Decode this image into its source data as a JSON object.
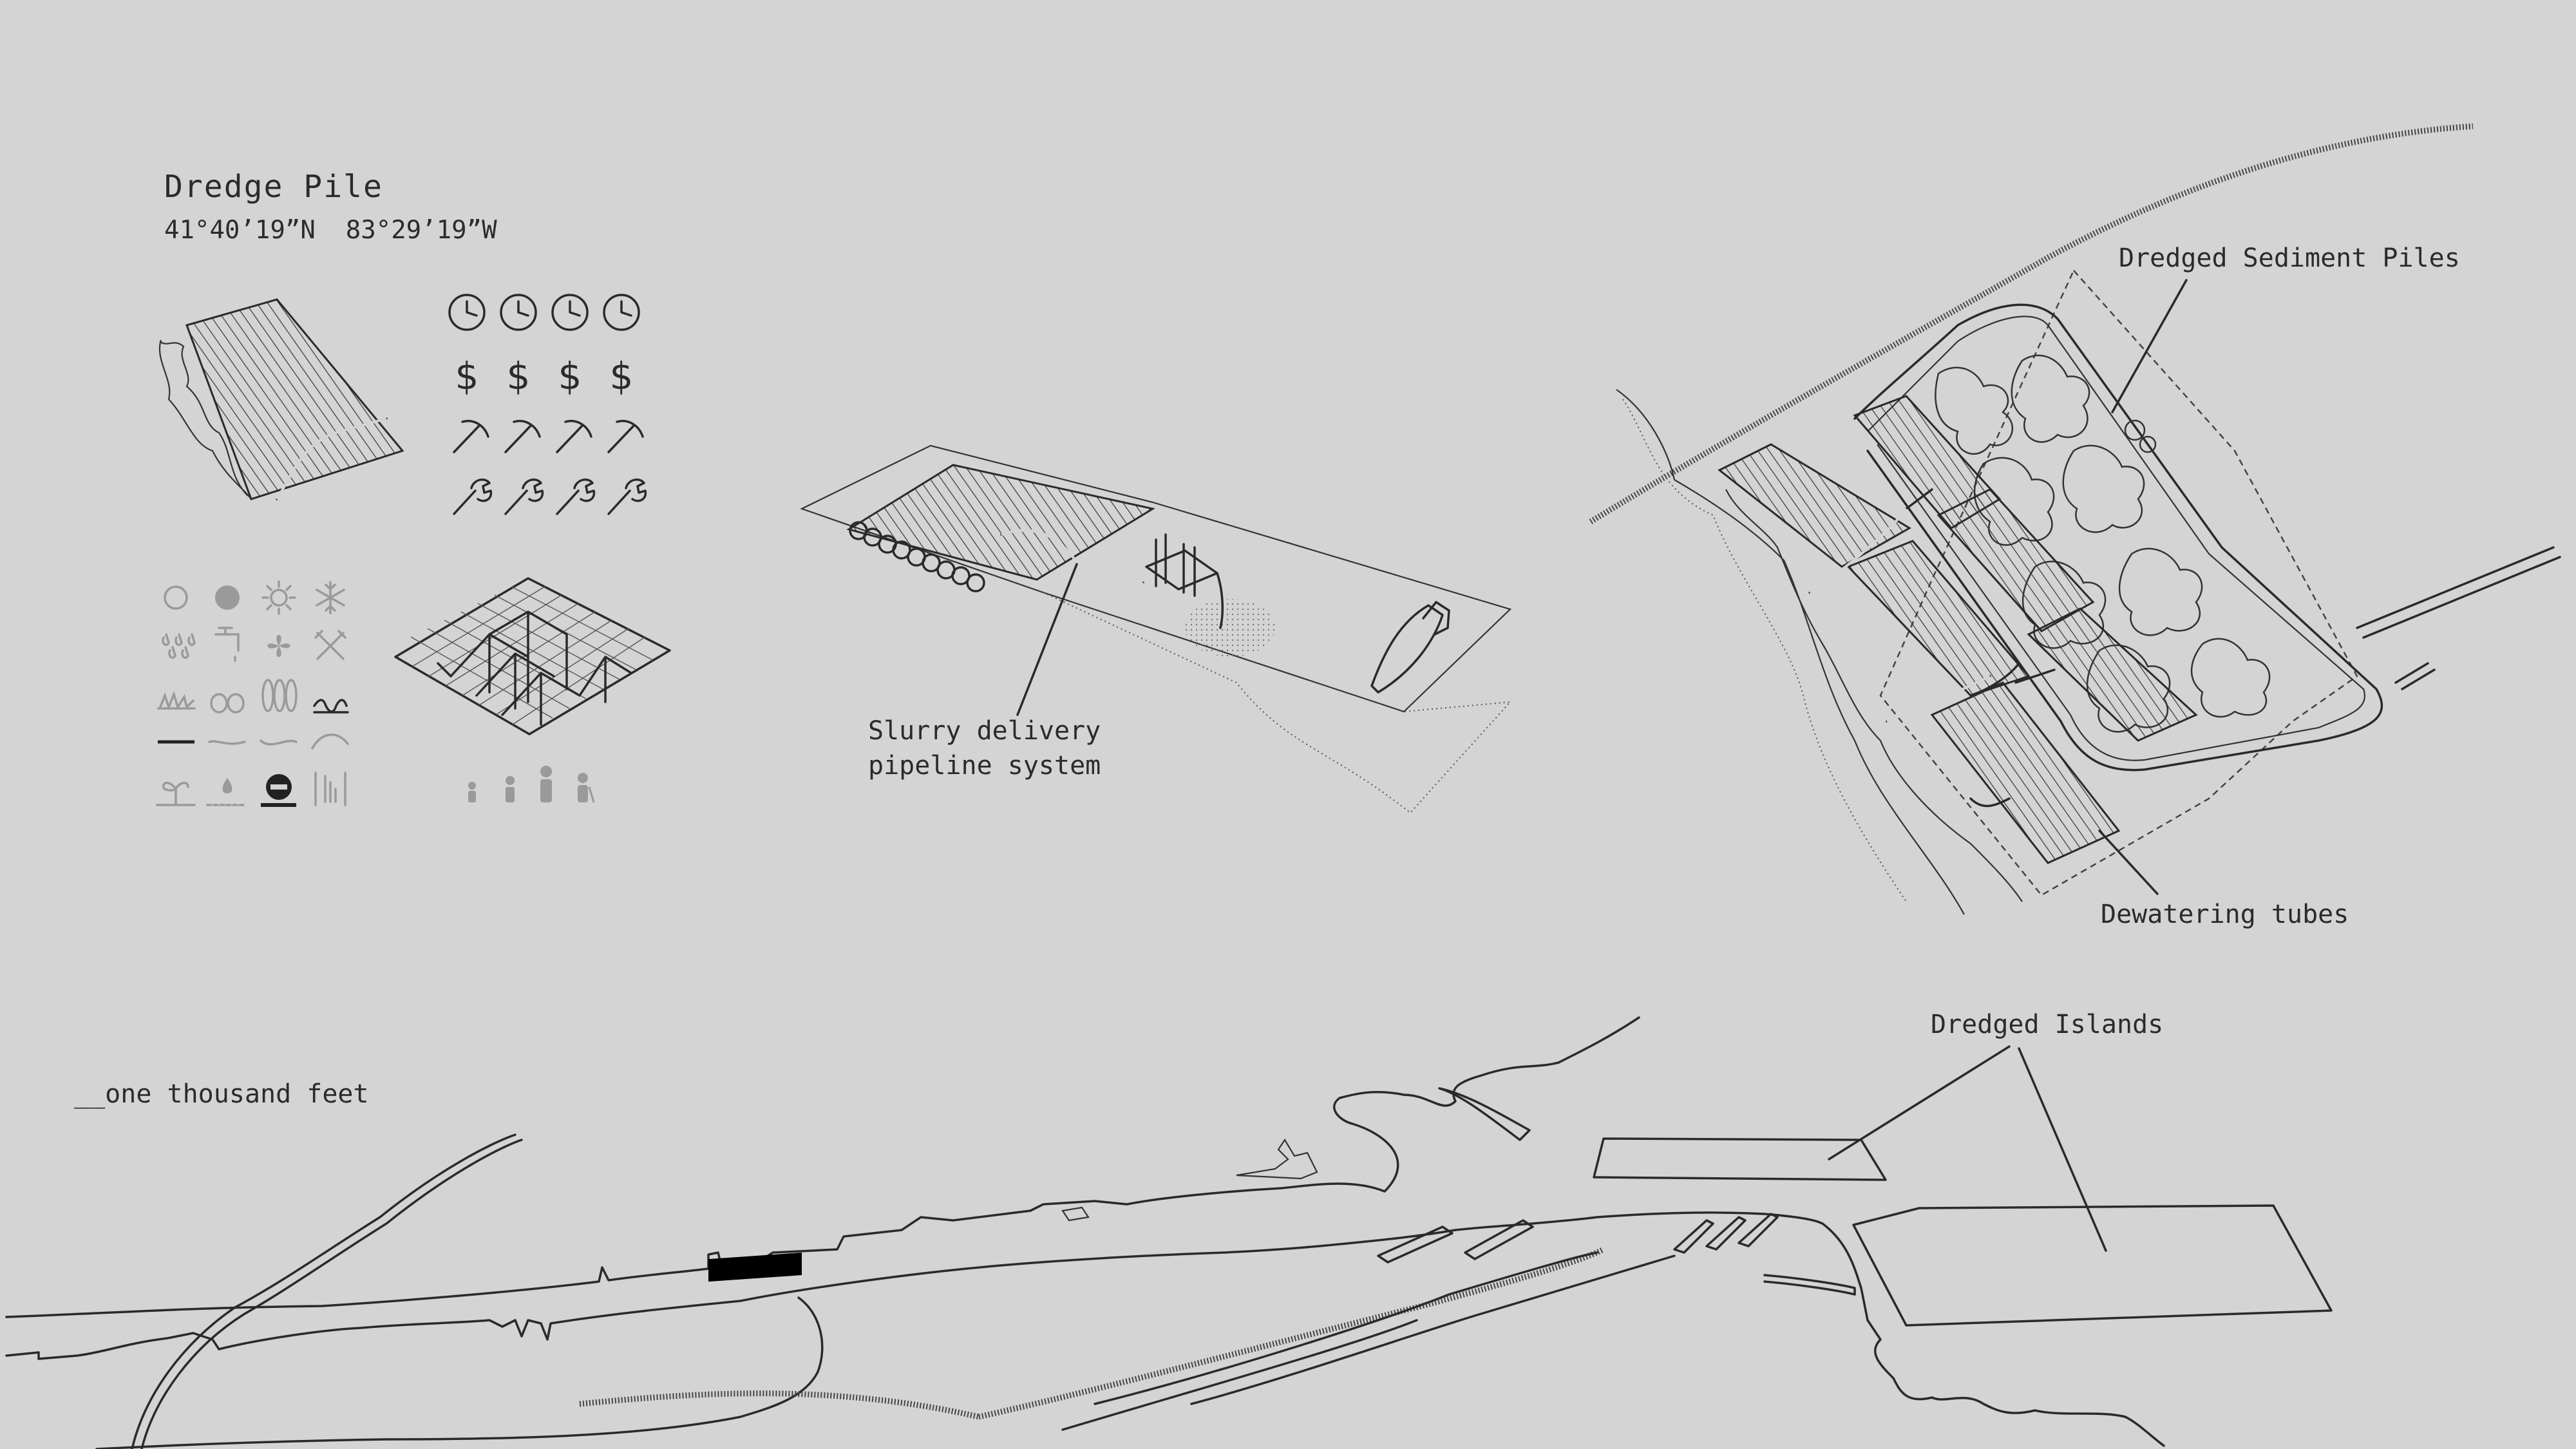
{
  "legend": {
    "title": "Dredge Pile",
    "coordinates": "41°40’19”N  83°29’19”W",
    "metrics": [
      {
        "name": "time",
        "icon": "clock-icon",
        "count": 4
      },
      {
        "name": "cost",
        "icon": "dollar-icon",
        "count": 4
      },
      {
        "name": "labor",
        "icon": "pickaxe-icon",
        "count": 4
      },
      {
        "name": "maintenance",
        "icon": "wrench-icon",
        "count": 4
      }
    ],
    "condition_icons": [
      "empty-circle-icon",
      "filled-circle-icon",
      "sun-icon",
      "snowflake-icon",
      "rain-icon",
      "faucet-icon",
      "flower-icon",
      "tools-cross-icon",
      "grass-icon",
      "eggs-icon",
      "seeds-icon",
      "waves-icon",
      "line-flat-icon",
      "line-wave-icon",
      "line-curve-icon",
      "line-arc-icon",
      "sprout-icon",
      "drop-icon",
      "no-entry-icon",
      "gauge-icon"
    ],
    "people_icons": [
      "child-icon",
      "person-small-icon",
      "person-icon",
      "walker-icon"
    ]
  },
  "labels": {
    "slurry": [
      "Slurry delivery",
      "pipeline system"
    ],
    "sediment": "Dredged Sediment Piles",
    "dewatering": "Dewatering tubes",
    "islands": "Dredged Islands",
    "scale": "__one thousand feet"
  },
  "colors": {
    "background": "#d4d4d4",
    "line": "#2a2a2a",
    "muted_icon": "#9a9a9a",
    "highlight_block": "#000000"
  }
}
